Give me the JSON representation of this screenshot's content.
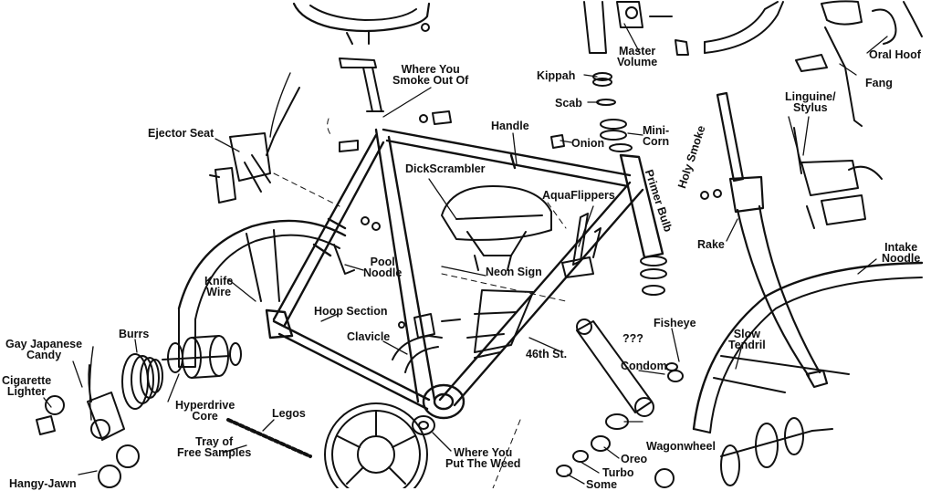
{
  "colors": {
    "ink": "#111111",
    "paper": "#ffffff"
  },
  "labels": {
    "where_you_smoke_out_of": [
      "Where You",
      "Smoke Out Of"
    ],
    "master_volume": [
      "Master",
      "Volume"
    ],
    "oral_hoof": [
      "Oral Hoof"
    ],
    "fang": [
      "Fang"
    ],
    "kippah": [
      "Kippah"
    ],
    "scab": [
      "Scab"
    ],
    "handle": [
      "Handle"
    ],
    "onion": [
      "Onion"
    ],
    "mini_corn": [
      "Mini-",
      "Corn"
    ],
    "linguine_stylus": [
      "Linguine/",
      "Stylus"
    ],
    "ejector_seat": [
      "Ejector Seat"
    ],
    "holy_smoke": [
      "Holy Smoke"
    ],
    "primer_bulb": [
      "Primer Bulb"
    ],
    "dickscrambler": [
      "DickScrambler"
    ],
    "aquaflippers": [
      "AquaFlippers"
    ],
    "rake": [
      "Rake"
    ],
    "intake_noodle": [
      "Intake",
      "Noodle"
    ],
    "pool_noodle": [
      "Pool",
      "Noodle"
    ],
    "neon_sign": [
      "Neon Sign"
    ],
    "knife_wire": [
      "Knife",
      "Wire"
    ],
    "hoop_section": [
      "Hoop Section"
    ],
    "fisheye": [
      "Fisheye"
    ],
    "slow_tendril": [
      "Slow",
      "Tendril"
    ],
    "clavicle": [
      "Clavicle"
    ],
    "burrs": [
      "Burrs"
    ],
    "gay_japanese_candy": [
      "Gay Japanese",
      "Candy"
    ],
    "question_marks": [
      "???"
    ],
    "forty_sixth_st": [
      "46th St."
    ],
    "condom": [
      "Condom"
    ],
    "cigarette_lighter": [
      "Cigarette",
      "Lighter"
    ],
    "hyperdrive_core": [
      "Hyperdrive",
      "Core"
    ],
    "legos": [
      "Legos"
    ],
    "wagonwheel": [
      "Wagonwheel"
    ],
    "tray_of_free_samples": [
      "Tray of",
      "Free Samples"
    ],
    "where_you_put_the_weed": [
      "Where You",
      "Put The Weed"
    ],
    "oreo": [
      "Oreo"
    ],
    "turbo": [
      "Turbo"
    ],
    "hangy_jawn": [
      "Hangy-Jawn"
    ],
    "some": [
      "Some"
    ]
  }
}
